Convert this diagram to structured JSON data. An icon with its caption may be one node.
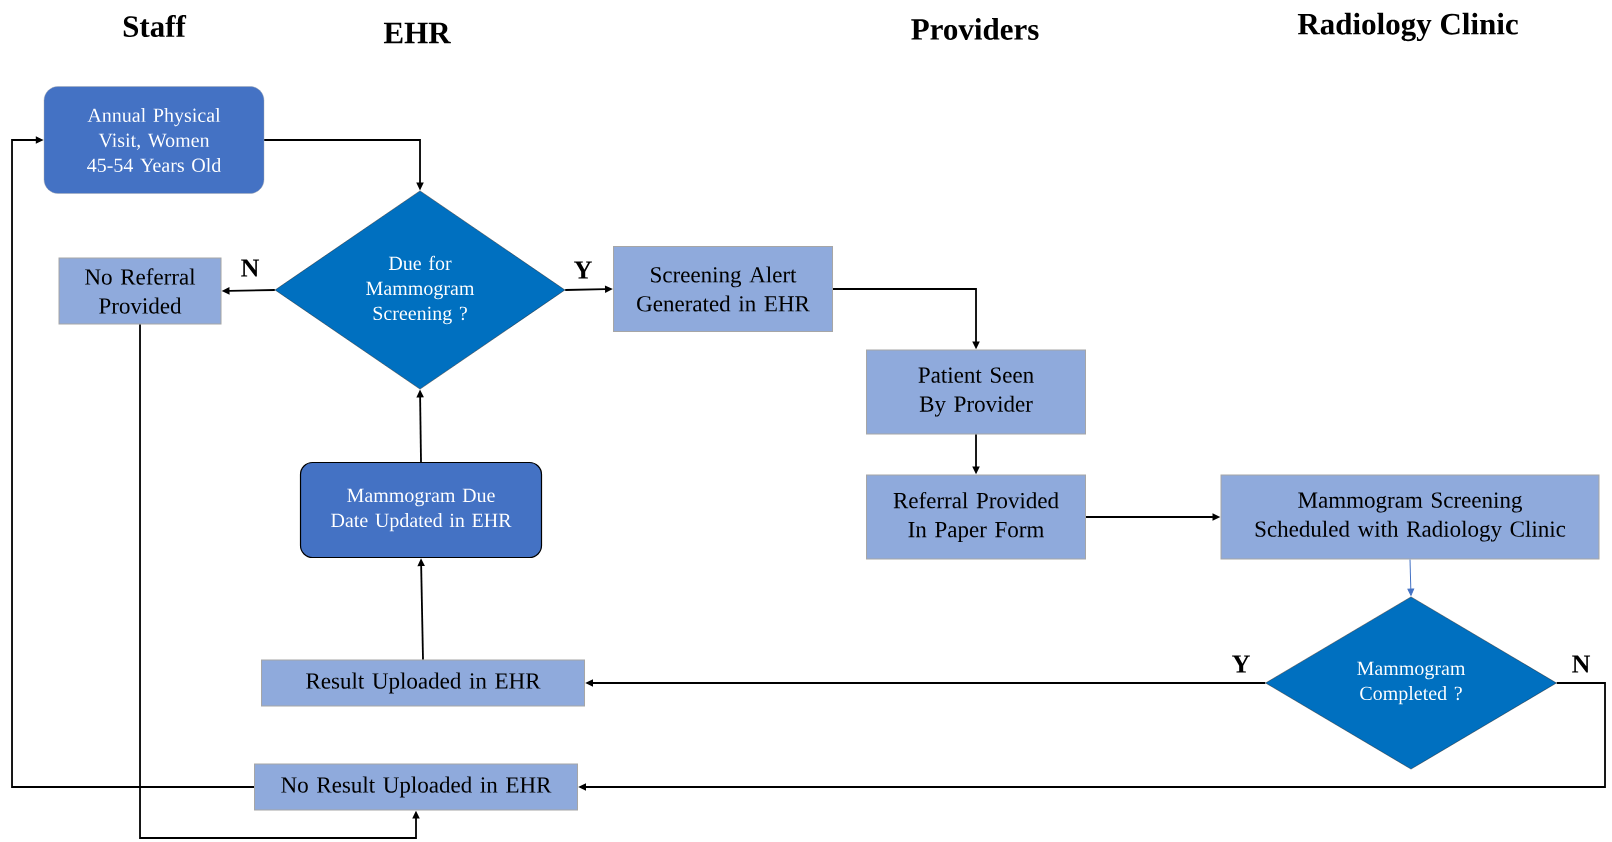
{
  "diagram": {
    "nodes": [
      {
        "text": [
          "Annual Physical Visit, Women 45-54 Years Old"
        ]
      },
      {
        "text": [
          "Due for Mammogram Screening ?"
        ]
      },
      {
        "text": [
          "No Referral Provided"
        ]
      },
      {
        "text": [
          "Screening Alert Generated in EHR"
        ]
      },
      {
        "text": [
          "Patient Seen By Provider"
        ]
      },
      {
        "text": [
          "Referral Provided In Paper Form"
        ]
      },
      {
        "text": [
          "Mammogram Screening Scheduled with Radiology Clinic"
        ]
      },
      {
        "text": [
          "Mammogram Completed ?"
        ]
      },
      {
        "text": [
          "Result Uploaded in EHR"
        ]
      },
      {
        "text": [
          "No Result Uploaded in EHR"
        ]
      },
      {
        "text": [
          "Mammogram Due Date Updated in EHR"
        ]
      }
    ],
    "edges": [
      {
        "from": 0,
        "to": 1,
        "arrow": "to"
      },
      {
        "from": 1,
        "to": 2,
        "arrow": "to",
        "label": "N"
      },
      {
        "from": 1,
        "to": 3,
        "arrow": "to",
        "label": "Y"
      },
      {
        "from": 3,
        "to": 4,
        "arrow": "to"
      },
      {
        "from": 4,
        "to": 5,
        "arrow": "to"
      },
      {
        "from": 5,
        "to": 6,
        "arrow": "to"
      },
      {
        "from": 6,
        "to": 7,
        "arrow": "to",
        "color": "#4472c4"
      },
      {
        "from": 7,
        "to": 8,
        "arrow": "to",
        "label": "Y"
      },
      {
        "from": 7,
        "to": 9,
        "arrow": "to",
        "label": "N"
      },
      {
        "from": 8,
        "to": 10,
        "arrow": "to"
      },
      {
        "from": 10,
        "to": 1,
        "arrow": "to"
      },
      {
        "from": 2,
        "to": 9,
        "arrow": "to"
      },
      {
        "from": 9,
        "to": 0,
        "arrow": "to"
      }
    ],
    "labels": [
      "Staff",
      "EHR",
      "Providers",
      "Radiology Clinic"
    ]
  }
}
